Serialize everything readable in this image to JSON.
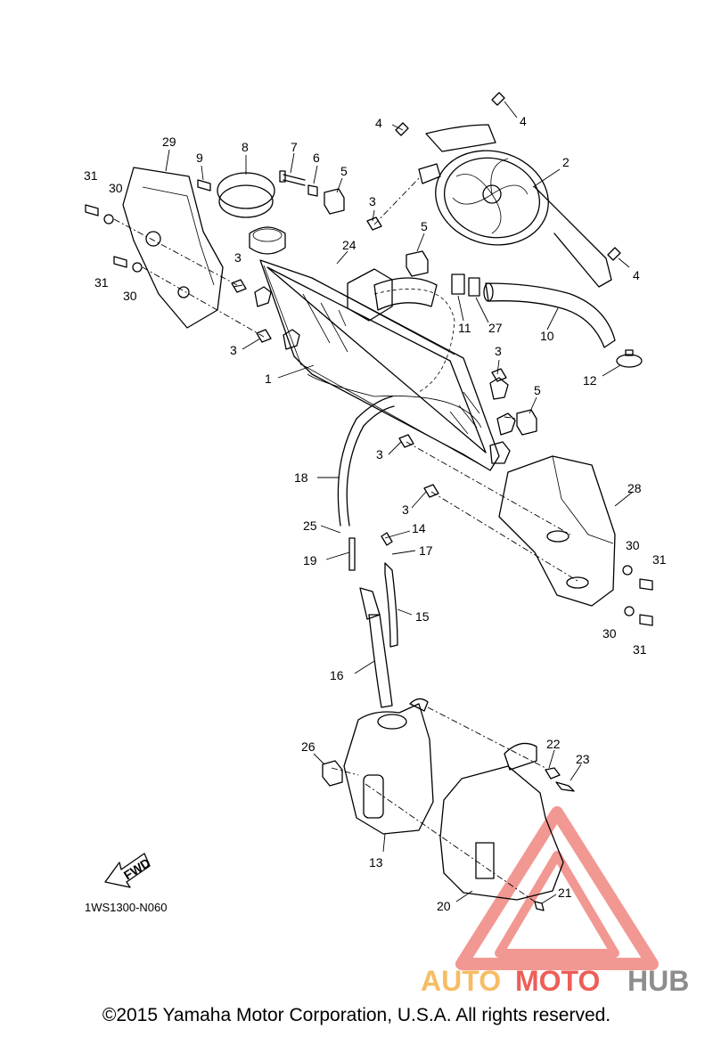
{
  "diagram": {
    "callouts": [
      "1",
      "2",
      "3",
      "3",
      "3",
      "3",
      "3",
      "3",
      "4",
      "4",
      "4",
      "5",
      "5",
      "5",
      "6",
      "7",
      "8",
      "9",
      "10",
      "11",
      "12",
      "13",
      "14",
      "15",
      "16",
      "17",
      "18",
      "19",
      "20",
      "21",
      "22",
      "23",
      "24",
      "25",
      "26",
      "27",
      "28",
      "29",
      "30",
      "30",
      "30",
      "30",
      "31",
      "31",
      "31",
      "31"
    ],
    "fwd_label": "FWD",
    "diagram_code": "1WS1300-N060"
  },
  "watermark": {
    "part1": "AUTO",
    "part2": "MOTO",
    "part3": "HUB",
    "color_orange": "#f5b24a",
    "color_red": "#e9443a",
    "color_gray": "#7a7a7a"
  },
  "footer": {
    "copyright": "©2015 Yamaha Motor Corporation, U.S.A. All rights reserved."
  }
}
